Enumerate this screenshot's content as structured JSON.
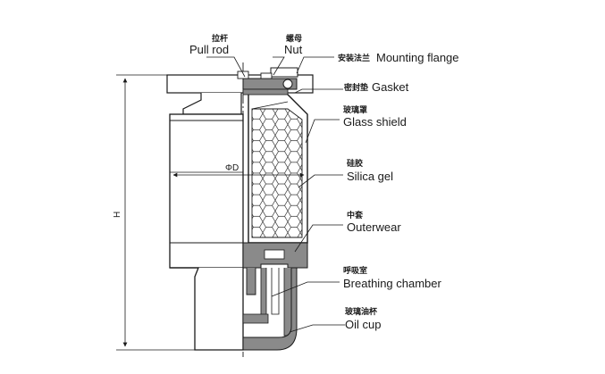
{
  "labels": {
    "pull_rod": {
      "cn": "拉杆",
      "en": "Pull rod"
    },
    "nut": {
      "cn": "螺母",
      "en": "Nut"
    },
    "mounting_flange": {
      "cn": "安装法兰",
      "en": "Mounting flange"
    },
    "gasket": {
      "cn": "密封垫",
      "en": "Gasket"
    },
    "glass_shield": {
      "cn": "玻璃罩",
      "en": "Glass shield"
    },
    "silica_gel": {
      "cn": "硅胶",
      "en": "Silica gel"
    },
    "outerwear": {
      "cn": "中套",
      "en": "Outerwear"
    },
    "breathing_chamber": {
      "cn": "呼吸室",
      "en": "Breathing chamber"
    },
    "oil_cup": {
      "cn": "玻璃油杯",
      "en": "Oil cup"
    }
  },
  "dimensions": {
    "height": "H",
    "diameter": "ΦD"
  },
  "colors": {
    "line": "#1a1a1a",
    "gray_fill": "#8a8a8a",
    "background": "#ffffff"
  }
}
